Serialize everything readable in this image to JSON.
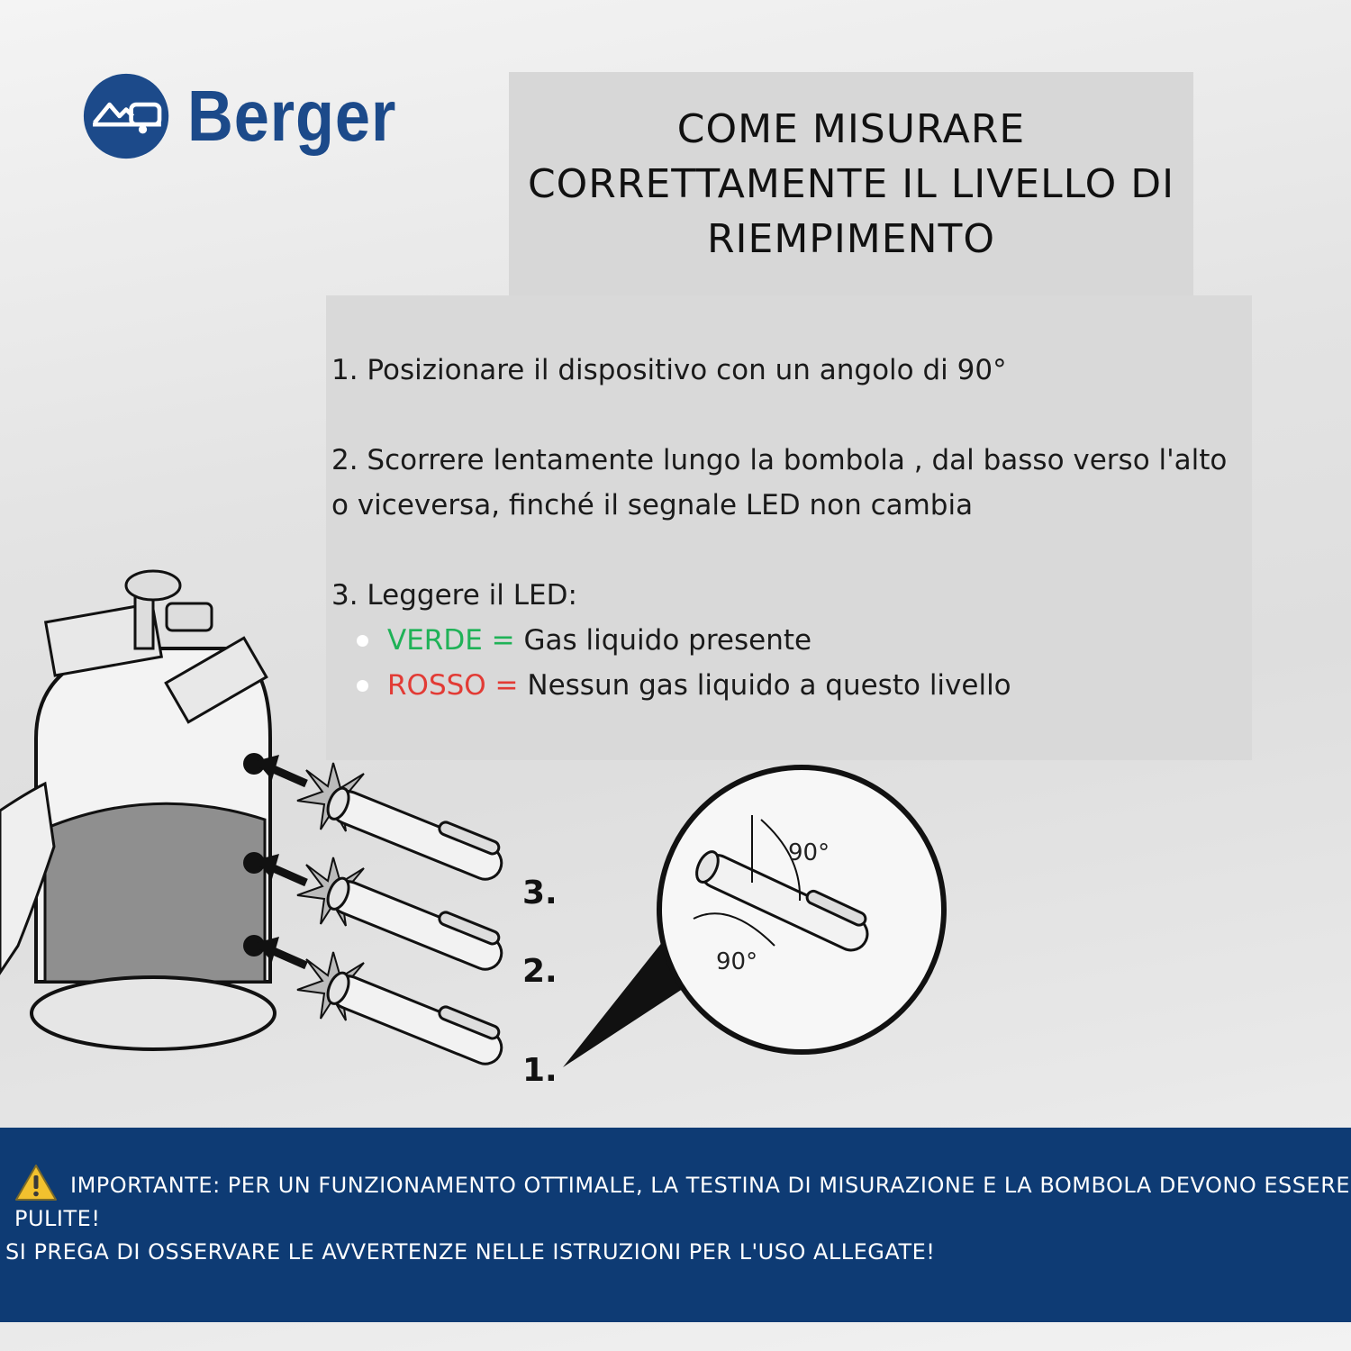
{
  "brand": {
    "name": "Berger"
  },
  "title": "COME MISURARE CORRETTAMENTE IL LIVELLO DI RIEMPIMENTO",
  "instructions": {
    "step1": "1. Posizionare il dispositivo con un angolo di 90°",
    "step2": "2. Scorrere lentamente lungo la bombola , dal basso verso l'alto o viceversa, finché il segnale LED non cambia",
    "step3": "3. Leggere il LED:",
    "green_label": "VERDE =",
    "green_text": " Gas liquido presente",
    "red_label": "ROSSO =",
    "red_text": " Nessun gas liquido a questo livello"
  },
  "illustration": {
    "step_labels": [
      "3.",
      "2.",
      "1."
    ],
    "angle_label": "90°"
  },
  "notice": {
    "line1": "IMPORTANTE: PER UN FUNZIONAMENTO OTTIMALE, LA TESTINA DI MISURAZIONE E LA BOMBOLA DEVONO ESSERE PULITE!",
    "line2": "SI PREGA DI OSSERVARE LE AVVERTENZE NELLE ISTRUZIONI PER L'USO ALLEGATE!"
  },
  "colors": {
    "brand_blue": "#1c4a8a",
    "banner_blue": "#0e3b74",
    "led_green": "#1fb257",
    "led_red": "#e23b35",
    "warning_yellow": "#f2c12e"
  },
  "icons": [
    "camper-logo-icon",
    "warning-icon"
  ]
}
